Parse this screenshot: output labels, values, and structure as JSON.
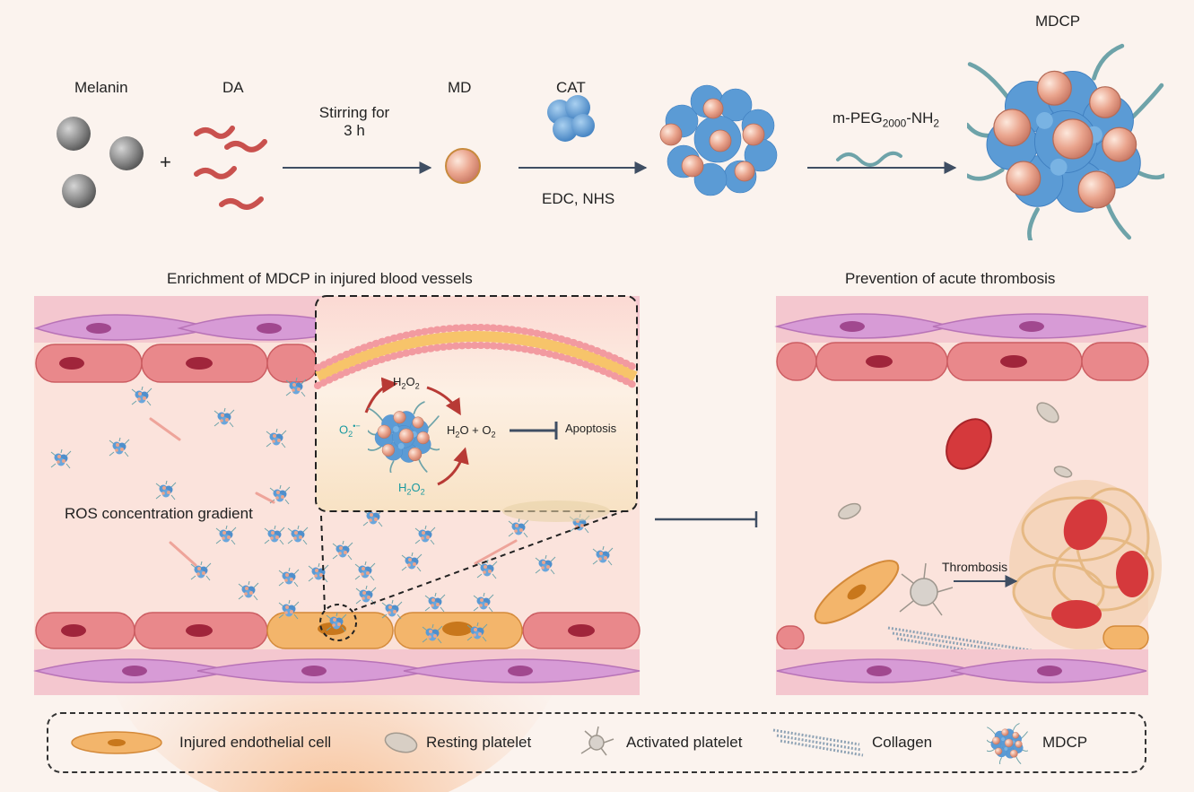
{
  "synthesis": {
    "melanin_label": "Melanin",
    "da_label": "DA",
    "plus_sign": "+",
    "stirring_line1": "Stirring for",
    "stirring_line2": "3 h",
    "md_label": "MD",
    "cat_label": "CAT",
    "edc_nhs_label": "EDC, NHS",
    "peg_prefix": "m-PEG",
    "peg_sub": "2000",
    "peg_suffix": "-NH",
    "peg_sub2": "2",
    "mdcp_label": "MDCP"
  },
  "enrichment_panel": {
    "title": "Enrichment of MDCP in injured blood vessels",
    "ros_label": "ROS concentration gradient",
    "inset": {
      "h2o2_top": "H",
      "h2o2_top_sub1": "2",
      "h2o2_top_mid": "O",
      "h2o2_top_sub2": "2",
      "superoxide": "O",
      "superoxide_sub": "2",
      "superoxide_sup": "•−",
      "product": "H",
      "product_sub1": "2",
      "product_mid": "O + O",
      "product_sub2": "2",
      "apoptosis": "Apoptosis",
      "h2o2_bottom": "H",
      "h2o2_bottom_sub1": "2",
      "h2o2_bottom_mid": "O",
      "h2o2_bottom_sub2": "2"
    }
  },
  "prevention_panel": {
    "title": "Prevention of acute thrombosis",
    "thrombosis_label": "Thrombosis"
  },
  "legend": {
    "items": [
      {
        "label": "Injured endothelial cell",
        "icon": "injured-endothelial-cell-icon"
      },
      {
        "label": "Resting platelet",
        "icon": "resting-platelet-icon"
      },
      {
        "label": "Activated platelet",
        "icon": "activated-platelet-icon"
      },
      {
        "label": "Collagen",
        "icon": "collagen-icon"
      },
      {
        "label": "MDCP",
        "icon": "mdcp-icon"
      }
    ]
  },
  "colors": {
    "background": "#fbf3ee",
    "melanin": "#8e8e8e",
    "dopamine": "#c9514e",
    "catalase": "#5b9bd5",
    "md_particle": "#e7a98f",
    "peg": "#6ea3a9",
    "endothelial": "#e47a7d",
    "smooth_muscle": "#c98bc9",
    "injured_cell": "#f3b56b",
    "arrow": "#3f4e63",
    "teal_text": "#1a9aa0",
    "red_arrow": "#b83a35"
  }
}
